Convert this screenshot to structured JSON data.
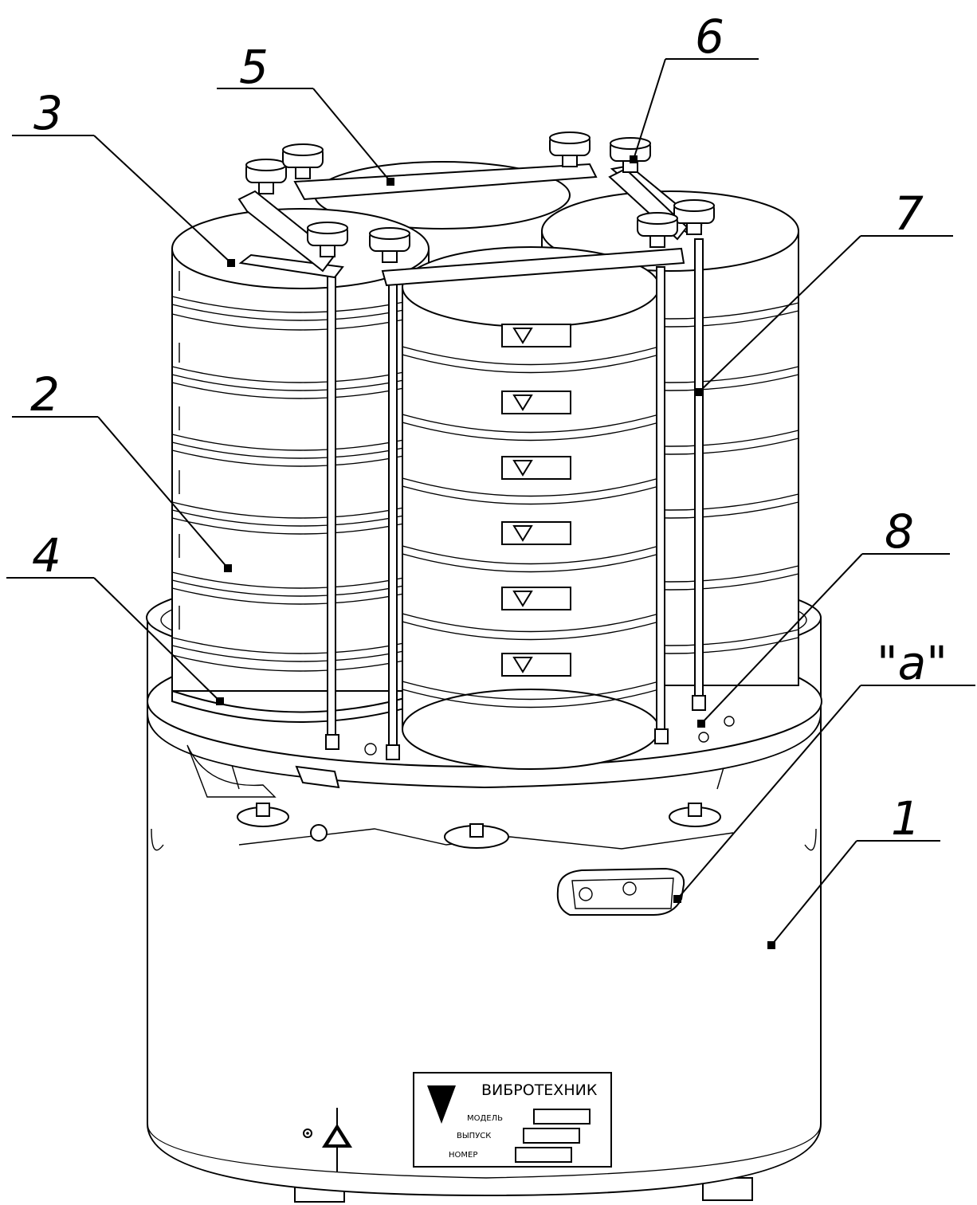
{
  "callouts": {
    "c1": "1",
    "c2": "2",
    "c3": "3",
    "c4": "4",
    "c5": "5",
    "c6": "6",
    "c7": "7",
    "c8": "8",
    "ca": "\"a\""
  },
  "nameplate": {
    "brand": "ВИБРОТЕХНИК",
    "model_label": "МОДЕЛЬ",
    "release_label": "ВЫПУСК",
    "number_label": "НОМЕР"
  }
}
